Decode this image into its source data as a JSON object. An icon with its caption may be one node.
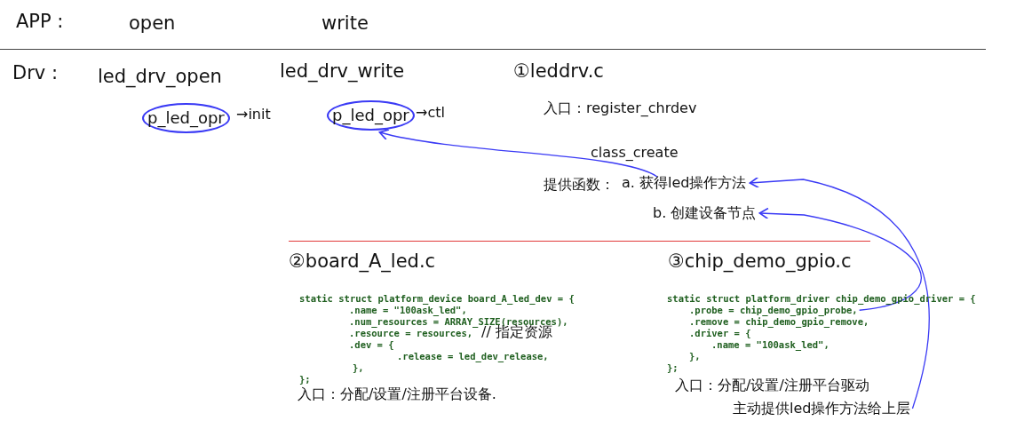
{
  "diagram": {
    "nodes": [
      {
        "text": [
          "p_led_opr"
        ]
      },
      {
        "text": [
          "p_led_opr"
        ]
      },
      {
        "text": [
          "a. 获得led操作方法"
        ]
      },
      {
        "text": [
          "b. 创建设备节点"
        ]
      },
      {
        "text": [
          ".probe = chip_demo_gpio_probe,"
        ]
      },
      {
        "text": [
          "主动提供led操作方法给上层"
        ]
      }
    ],
    "edges": [
      {
        "from": 2,
        "to": 1,
        "arrow": "to"
      },
      {
        "from": 4,
        "to": 3,
        "arrow": "to"
      },
      {
        "from": 5,
        "to": 2,
        "arrow": "to"
      }
    ],
    "labels": [
      "APP :",
      "open",
      "write",
      "Drv :",
      "led_drv_open",
      "led_drv_write",
      "①leddrv.c",
      "→init",
      "→ctl",
      "入口：register_chrdev",
      "class_create",
      "提供函数：",
      "②board_A_led.c",
      "static struct platform_device board_A_led_dev = {",
      ".name = \"100ask_led\",",
      ".num_resources = ARRAY_SIZE(resources),",
      ".resource = resources,",
      ".dev = {",
      ".release = led_dev_release,",
      "},",
      "};",
      "// 指定资源",
      "入口：分配/设置/注册平台设备.",
      "③chip_demo_gpio.c",
      "static struct platform_driver chip_demo_gpio_driver = {",
      ".remove = chip_demo_gpio_remove,",
      ".driver = {",
      ".name = \"100ask_led\",",
      "},",
      "};",
      "入口：分配/设置/注册平台驱动"
    ]
  }
}
